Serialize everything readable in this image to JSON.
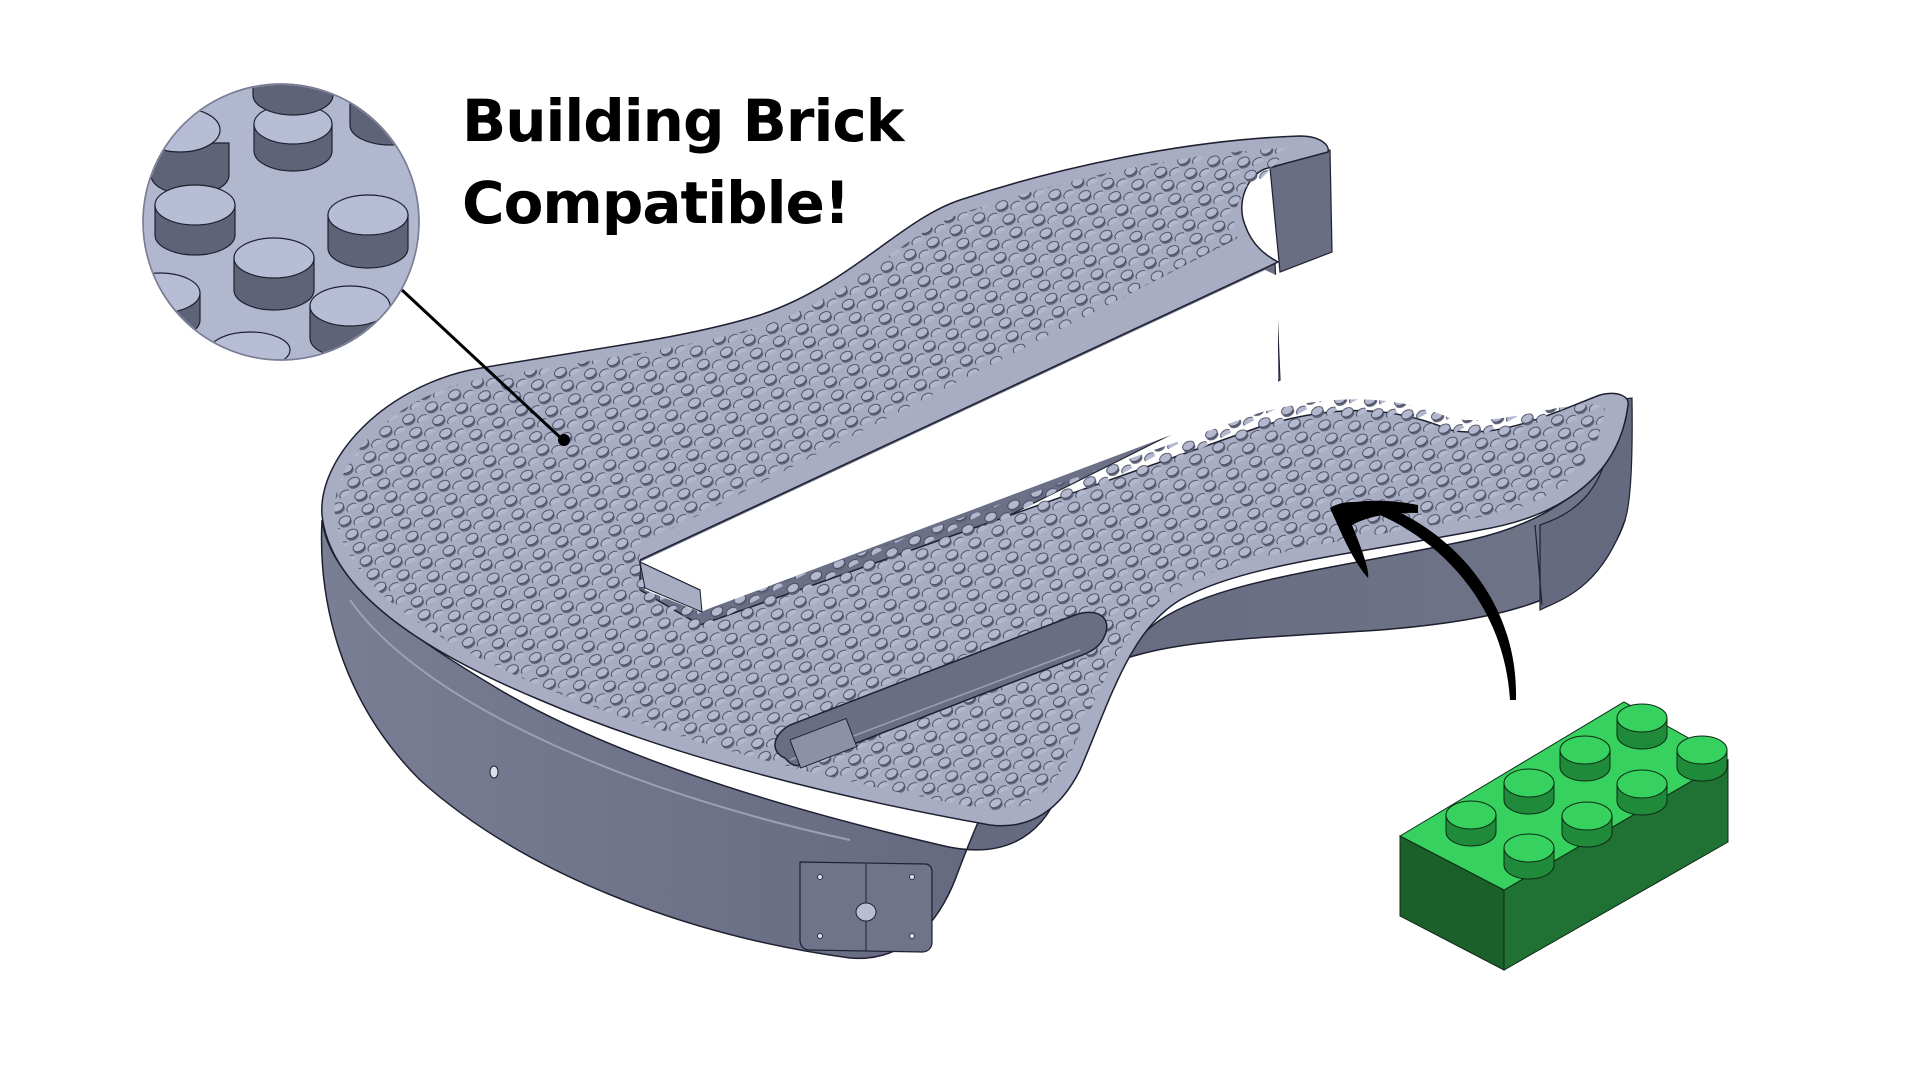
{
  "headline": {
    "line1": "Building Brick",
    "line2": "Compatible!"
  },
  "colors": {
    "background": "#ffffff",
    "text": "#000000",
    "body_top": "#a8adc4",
    "body_side": "#6b6f85",
    "body_side_dark": "#5a5e73",
    "stud_top": "#b3b8cf",
    "stud_side": "#5f6378",
    "outline": "#1e2030",
    "brick_top": "#36d15e",
    "brick_left": "#1b5f2b",
    "brick_right": "#207234",
    "arrow": "#000000"
  },
  "illustration": {
    "subject": "guitar-body-with-brick-studs",
    "callout": "magnified-studs",
    "example_part": "green-2x4-brick",
    "brick_studs": 8
  }
}
